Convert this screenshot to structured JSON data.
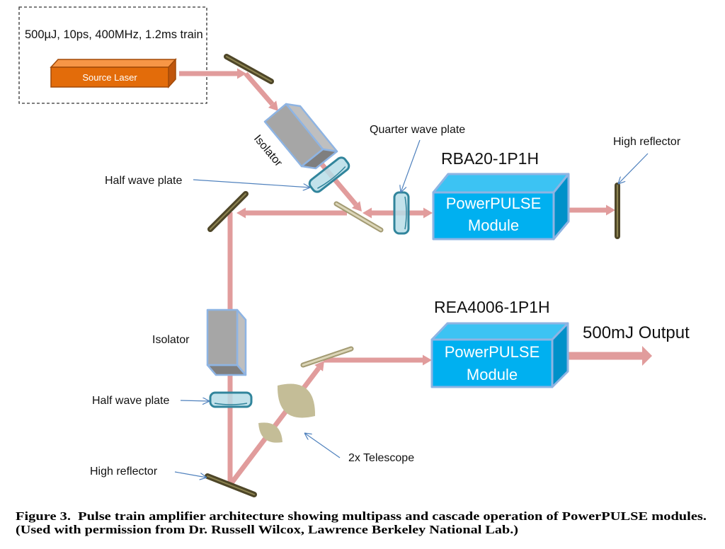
{
  "figure": {
    "source": {
      "spec": "500µJ, 10ps, 400MHz, 1.2ms train",
      "laser_label": "Source Laser"
    },
    "stage1": {
      "isolator_label": "Isolator",
      "half_wave_plate_label": "Half wave plate",
      "quarter_wave_plate_label": "Quarter wave plate",
      "high_reflector_label": "High reflector",
      "module_model": "RBA20-1P1H",
      "module_line1": "PowerPULSE",
      "module_line2": "Module"
    },
    "stage2": {
      "isolator_label": "Isolator",
      "half_wave_plate_label": "Half wave plate",
      "high_reflector_label": "High reflector",
      "telescope_label": "2x Telescope",
      "module_model": "REA4006-1P1H",
      "module_line1": "PowerPULSE",
      "module_line2": "Module",
      "output_label": "500mJ Output"
    }
  },
  "caption": {
    "line1": "Figure 3.  Pulse train amplifier architecture showing multipass and cascade operation of PowerPULSE modules.",
    "line2": "(Used with permission from Dr. Russell Wilcox, Lawrence Berkeley National Lab.)"
  },
  "colors": {
    "beam": "#e19c9c",
    "module": "#00b0f0",
    "laser": "#e36c0a",
    "mirror": "#4e4628",
    "lens": "#c4bd97",
    "plate": "#b7dde8",
    "isolator": "#a6a6a6",
    "pointer": "#4f81bd"
  }
}
